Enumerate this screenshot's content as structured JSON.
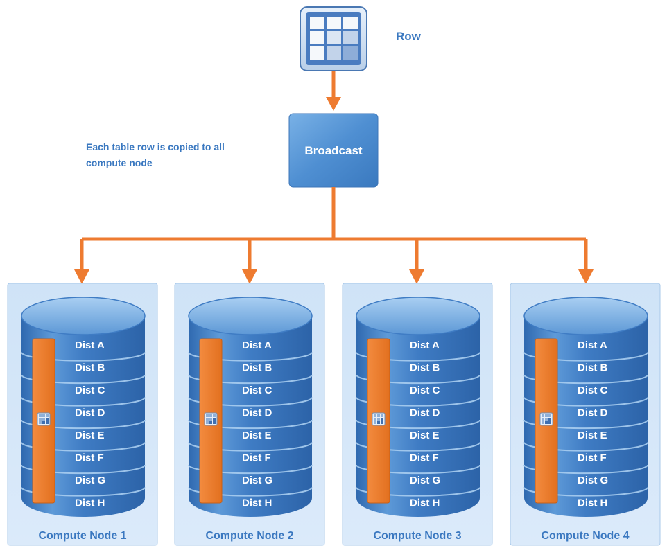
{
  "source": {
    "label": "Row",
    "icon": "table-grid-icon"
  },
  "process": {
    "label": "Broadcast"
  },
  "annotation": {
    "line1": "Each table row is copied to all",
    "line2": "compute node"
  },
  "nodes": [
    {
      "label": "Compute Node 1",
      "distributions": [
        "Dist A",
        "Dist B",
        "Dist C",
        "Dist D",
        "Dist E",
        "Dist F",
        "Dist G",
        "Dist H"
      ]
    },
    {
      "label": "Compute Node 2",
      "distributions": [
        "Dist A",
        "Dist B",
        "Dist C",
        "Dist D",
        "Dist E",
        "Dist F",
        "Dist G",
        "Dist H"
      ]
    },
    {
      "label": "Compute Node 3",
      "distributions": [
        "Dist A",
        "Dist B",
        "Dist C",
        "Dist D",
        "Dist E",
        "Dist F",
        "Dist G",
        "Dist H"
      ]
    },
    {
      "label": "Compute Node 4",
      "distributions": [
        "Dist A",
        "Dist B",
        "Dist C",
        "Dist D",
        "Dist E",
        "Dist F",
        "Dist G",
        "Dist H"
      ]
    }
  ],
  "colors": {
    "arrow": "#ee7b30",
    "label_text": "#3a78c0",
    "node_panel": "#cfe2f6",
    "node_panel_border": "#a9c9ea",
    "cylinder_dark": "#3f7cc4",
    "cylinder_light": "#8ebbe8",
    "replica_bar": "#f07f2d",
    "broadcast_box": "#4f8fd2"
  }
}
